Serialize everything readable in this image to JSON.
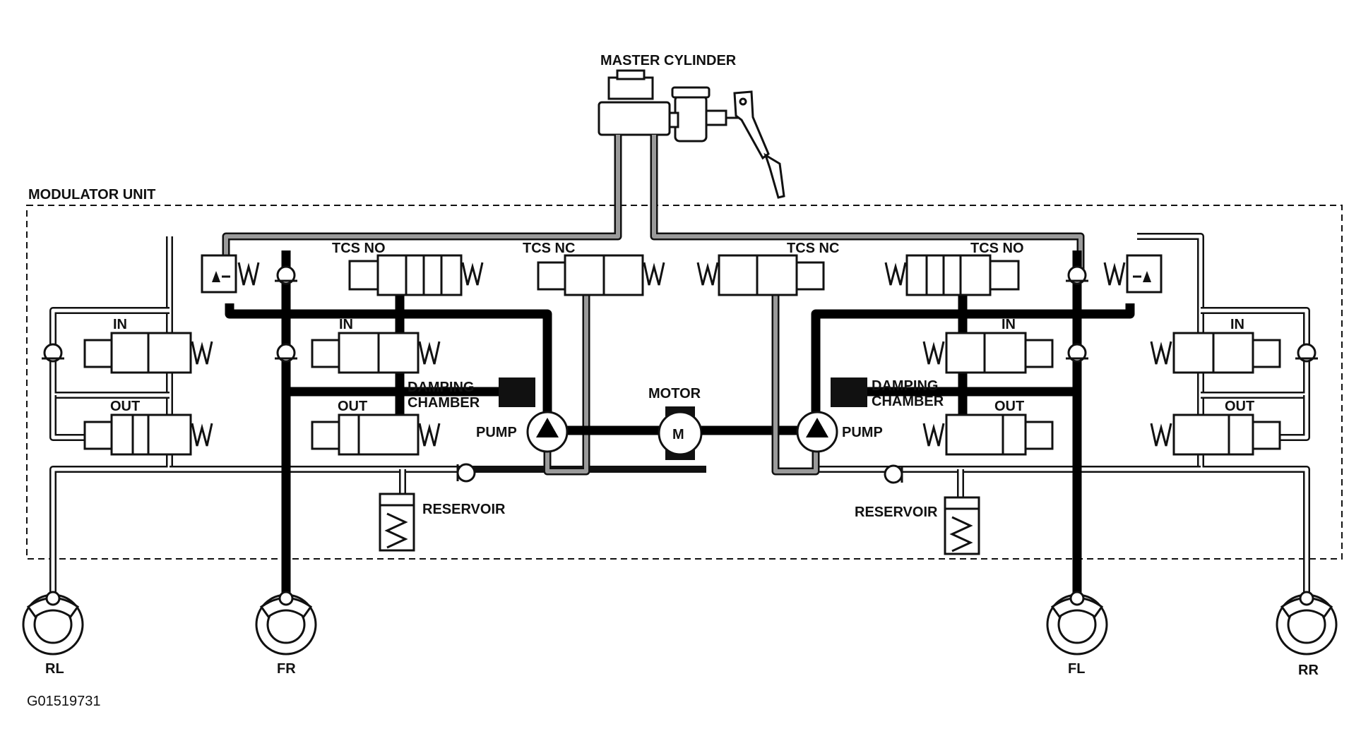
{
  "labels": {
    "master_cylinder": "MASTER CYLINDER",
    "modulator_unit": "MODULATOR UNIT",
    "tcs_no_left": "TCS NO",
    "tcs_nc_left": "TCS NC",
    "tcs_nc_right": "TCS NC",
    "tcs_no_right": "TCS NO",
    "in_rl": "IN",
    "in_fr": "IN",
    "in_fl": "IN",
    "in_rr": "IN",
    "out_rl": "OUT",
    "out_fr": "OUT",
    "out_fl": "OUT",
    "out_rr": "OUT",
    "damping_left_1": "DAMPING",
    "damping_left_2": "CHAMBER",
    "damping_right_1": "DAMPING",
    "damping_right_2": "CHAMBER",
    "motor": "MOTOR",
    "motor_symbol": "M",
    "pump_left": "PUMP",
    "pump_right": "PUMP",
    "reservoir_left": "RESERVOIR",
    "reservoir_right": "RESERVOIR",
    "wheel_rl": "RL",
    "wheel_fr": "FR",
    "wheel_fl": "FL",
    "wheel_rr": "RR",
    "figure_id": "G01519731",
    "spring": "W"
  },
  "icons": [
    "master-cylinder-icon",
    "brake-pedal-icon",
    "solenoid-valve-icon",
    "check-valve-icon",
    "pump-icon",
    "motor-icon",
    "reservoir-icon",
    "damping-chamber-icon",
    "brake-caliper-icon"
  ],
  "colors": {
    "line": "#111111",
    "active_fluid": "#000000",
    "gray_fluid": "#9a9a9a",
    "background": "#ffffff"
  }
}
